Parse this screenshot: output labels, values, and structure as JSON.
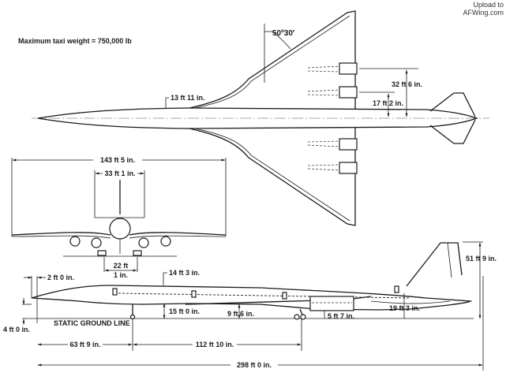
{
  "watermark": {
    "line1": "Upload to",
    "line2": "AFWing.com"
  },
  "note": "Maximum taxi weight = 750,000 lb",
  "plan_view": {
    "sweep_angle": "50º30′",
    "fuselage_width": "13 ft 11 in.",
    "outer_engine_spacing": "32 ft 6 in.",
    "inner_engine_spacing": "17 ft 2 in."
  },
  "front_view": {
    "wingspan": "143 ft 5 in.",
    "tail_span": "33 ft 1 in.",
    "gear_track_line1": "22 ft",
    "gear_track_line2": "1 in."
  },
  "side_view": {
    "nose_droop": "2 ft 0 in.",
    "fuselage_height": "14 ft 3 in.",
    "nose_height": "4 ft 0 in.",
    "ground_line_label": "STATIC GROUND LINE",
    "belly_clearance_fwd": "15 ft 0 in.",
    "belly_clearance_mid": "9 ft 6 in.",
    "nacelle_clearance": "5 ft 7 in.",
    "tail_clearance": "19 ft 3 in.",
    "overall_height": "51 ft 9 in.",
    "nose_to_main_gear": "63 ft 9 in.",
    "wheelbase": "112 ft 10 in.",
    "overall_length": "298 ft 0 in."
  }
}
